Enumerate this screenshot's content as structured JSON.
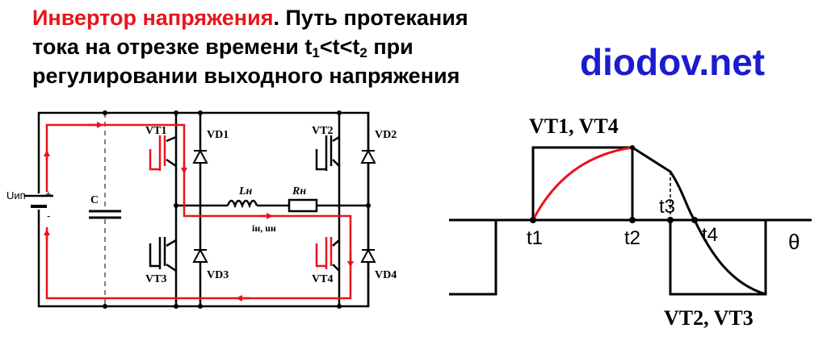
{
  "title": {
    "highlight": "Инвертор напряжения",
    "rest_line1": ". Путь протекания",
    "line2_a": "тока на отрезке времени t",
    "sub1": "1",
    "line2_b": "<t<t",
    "sub2": "2",
    "line2_c": " при",
    "line3": "регулировании выходного напряжения"
  },
  "brand": "diodov.net",
  "circuit": {
    "vt1": "VT1",
    "vt2": "VT2",
    "vt3": "VT3",
    "vt4": "VT4",
    "vd1": "VD1",
    "vd2": "VD2",
    "vd3": "VD3",
    "vd4": "VD4",
    "source": "Uип",
    "plus": "+",
    "minus": "-",
    "capacitor": "C",
    "inductor": "Lн",
    "resistor": "Rн",
    "load_current": "iн, uн"
  },
  "waveform": {
    "top_label": "VT1, VT4",
    "bottom_label": "VT2, VT3",
    "t1": "t1",
    "t2": "t2",
    "t3": "t3",
    "t4": "t4",
    "theta": "θ"
  },
  "colors": {
    "path": "#e8141b",
    "brand": "#1b1bd0",
    "line": "#000000"
  }
}
